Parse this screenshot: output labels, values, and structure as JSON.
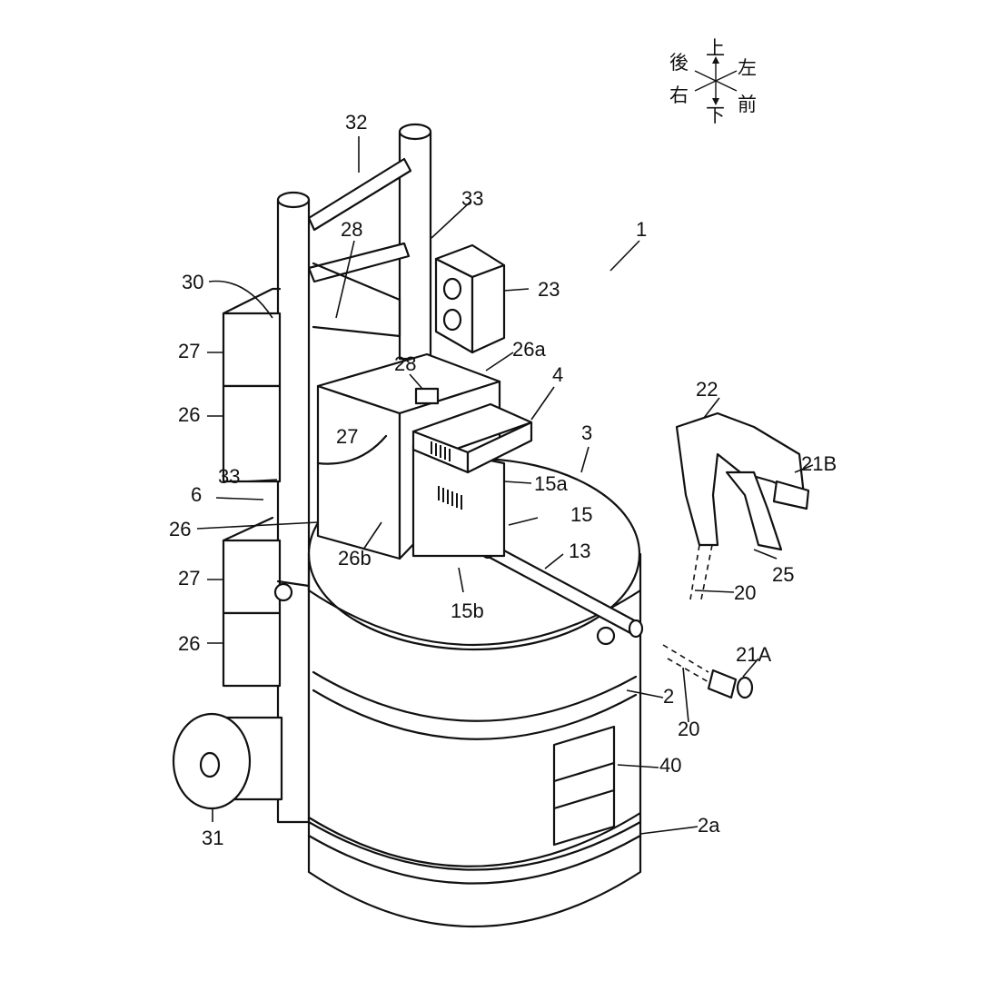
{
  "compass": {
    "up": "上",
    "down": "下",
    "left": "左",
    "right": "右",
    "front": "前",
    "back": "後"
  },
  "labels": {
    "l1": "1",
    "l2": "2",
    "l2a": "2a",
    "l3": "3",
    "l4": "4",
    "l6": "6",
    "l13": "13",
    "l15": "15",
    "l15a": "15a",
    "l15b": "15b",
    "l20a": "20",
    "l20b": "20",
    "l21A": "21A",
    "l21B": "21B",
    "l22": "22",
    "l23": "23",
    "l25": "25",
    "l26a": "26",
    "l26b": "26",
    "l26c": "26",
    "l26sa": "26a",
    "l26sb": "26b",
    "l27a": "27",
    "l27b": "27",
    "l27c": "27",
    "l28a": "28",
    "l28b": "28",
    "l30": "30",
    "l31": "31",
    "l32": "32",
    "l33a": "33",
    "l33b": "33",
    "l40": "40"
  }
}
